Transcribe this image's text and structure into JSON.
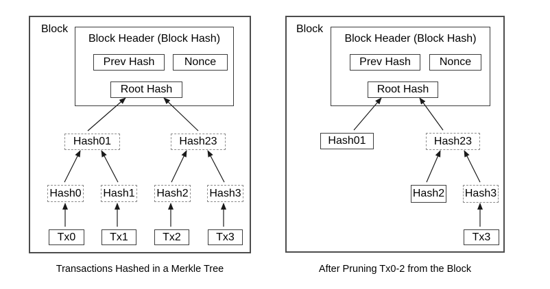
{
  "figure": {
    "type": "merkle-tree-block-diagram",
    "background": "#ffffff"
  },
  "left": {
    "block_label": "Block",
    "header": {
      "title": "Block Header (Block Hash)",
      "prev_hash": "Prev Hash",
      "nonce": "Nonce",
      "root_hash": "Root Hash"
    },
    "nodes": {
      "hash01": "Hash01",
      "hash23": "Hash23",
      "hash0": "Hash0",
      "hash1": "Hash1",
      "hash2": "Hash2",
      "hash3": "Hash3",
      "tx0": "Tx0",
      "tx1": "Tx1",
      "tx2": "Tx2",
      "tx3": "Tx3"
    },
    "edges": [
      [
        "Tx0",
        "Hash0"
      ],
      [
        "Tx1",
        "Hash1"
      ],
      [
        "Tx2",
        "Hash2"
      ],
      [
        "Tx3",
        "Hash3"
      ],
      [
        "Hash0",
        "Hash01"
      ],
      [
        "Hash1",
        "Hash01"
      ],
      [
        "Hash2",
        "Hash23"
      ],
      [
        "Hash3",
        "Hash23"
      ],
      [
        "Hash01",
        "Root Hash"
      ],
      [
        "Hash23",
        "Root Hash"
      ]
    ],
    "caption": "Transactions Hashed in a Merkle Tree"
  },
  "right": {
    "block_label": "Block",
    "header": {
      "title": "Block Header (Block Hash)",
      "prev_hash": "Prev Hash",
      "nonce": "Nonce",
      "root_hash": "Root Hash"
    },
    "nodes": {
      "hash01": "Hash01",
      "hash23": "Hash23",
      "hash2": "Hash2",
      "hash3": "Hash3",
      "tx3": "Tx3"
    },
    "edges": [
      [
        "Tx3",
        "Hash3"
      ],
      [
        "Hash2",
        "Hash23"
      ],
      [
        "Hash3",
        "Hash23"
      ],
      [
        "Hash01",
        "Root Hash"
      ],
      [
        "Hash23",
        "Root Hash"
      ]
    ],
    "caption": "After Pruning Tx0-2 from the Block"
  },
  "colors": {
    "solid_border": "#3c3c3c",
    "outer_border": "#4c4c4c",
    "dashed_border": "#8a8a8a",
    "arrow": "#1a1a1a",
    "text": "#000000"
  }
}
